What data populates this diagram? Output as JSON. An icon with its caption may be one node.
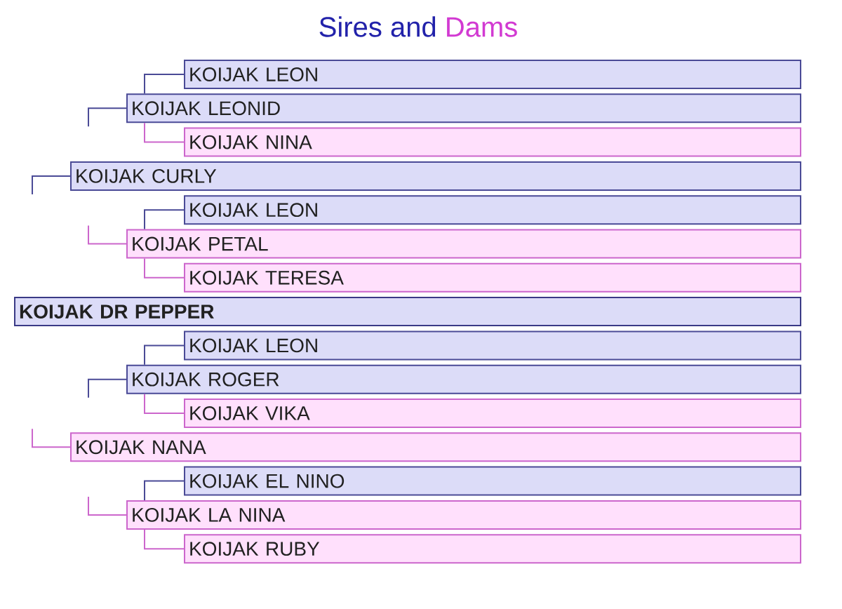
{
  "diagram": {
    "title": "Sires and Dams",
    "nodes": [
      {
        "text": [
          "KOIJAK LEON"
        ]
      },
      {
        "text": [
          "KOIJAK LEONID"
        ]
      },
      {
        "text": [
          "KOIJAK NINA"
        ]
      },
      {
        "text": [
          "KOIJAK CURLY"
        ]
      },
      {
        "text": [
          "KOIJAK LEON"
        ]
      },
      {
        "text": [
          "KOIJAK PETAL"
        ]
      },
      {
        "text": [
          "KOIJAK TERESA"
        ]
      },
      {
        "text": [
          "KOIJAK DR PEPPER"
        ]
      },
      {
        "text": [
          "KOIJAK LEON"
        ]
      },
      {
        "text": [
          "KOIJAK ROGER"
        ]
      },
      {
        "text": [
          "KOIJAK VIKA"
        ]
      },
      {
        "text": [
          "KOIJAK NANA"
        ]
      },
      {
        "text": [
          "KOIJAK EL NINO"
        ]
      },
      {
        "text": [
          "KOIJAK LA NINA"
        ]
      },
      {
        "text": [
          "KOIJAK RUBY"
        ]
      }
    ],
    "edges": [
      {
        "from": 0,
        "to": 1,
        "arrow": "none"
      },
      {
        "from": 1,
        "to": null,
        "arrow": "none"
      },
      {
        "from": 2,
        "to": 1,
        "arrow": "none",
        "color": "#cc66cc"
      },
      {
        "from": 3,
        "to": null,
        "arrow": "none"
      },
      {
        "from": 4,
        "to": 5,
        "arrow": "none"
      },
      {
        "from": 5,
        "to": null,
        "arrow": "none",
        "color": "#cc66cc"
      },
      {
        "from": 6,
        "to": 5,
        "arrow": "none",
        "color": "#cc66cc"
      },
      {
        "from": 8,
        "to": 9,
        "arrow": "none"
      },
      {
        "from": 9,
        "to": null,
        "arrow": "none"
      },
      {
        "from": 10,
        "to": 9,
        "arrow": "none",
        "color": "#cc66cc"
      },
      {
        "from": 11,
        "to": null,
        "arrow": "none",
        "color": "#cc66cc"
      },
      {
        "from": 12,
        "to": 13,
        "arrow": "none"
      },
      {
        "from": 13,
        "to": null,
        "arrow": "none",
        "color": "#cc66cc"
      },
      {
        "from": 14,
        "to": 13,
        "arrow": "none",
        "color": "#cc66cc"
      }
    ]
  }
}
